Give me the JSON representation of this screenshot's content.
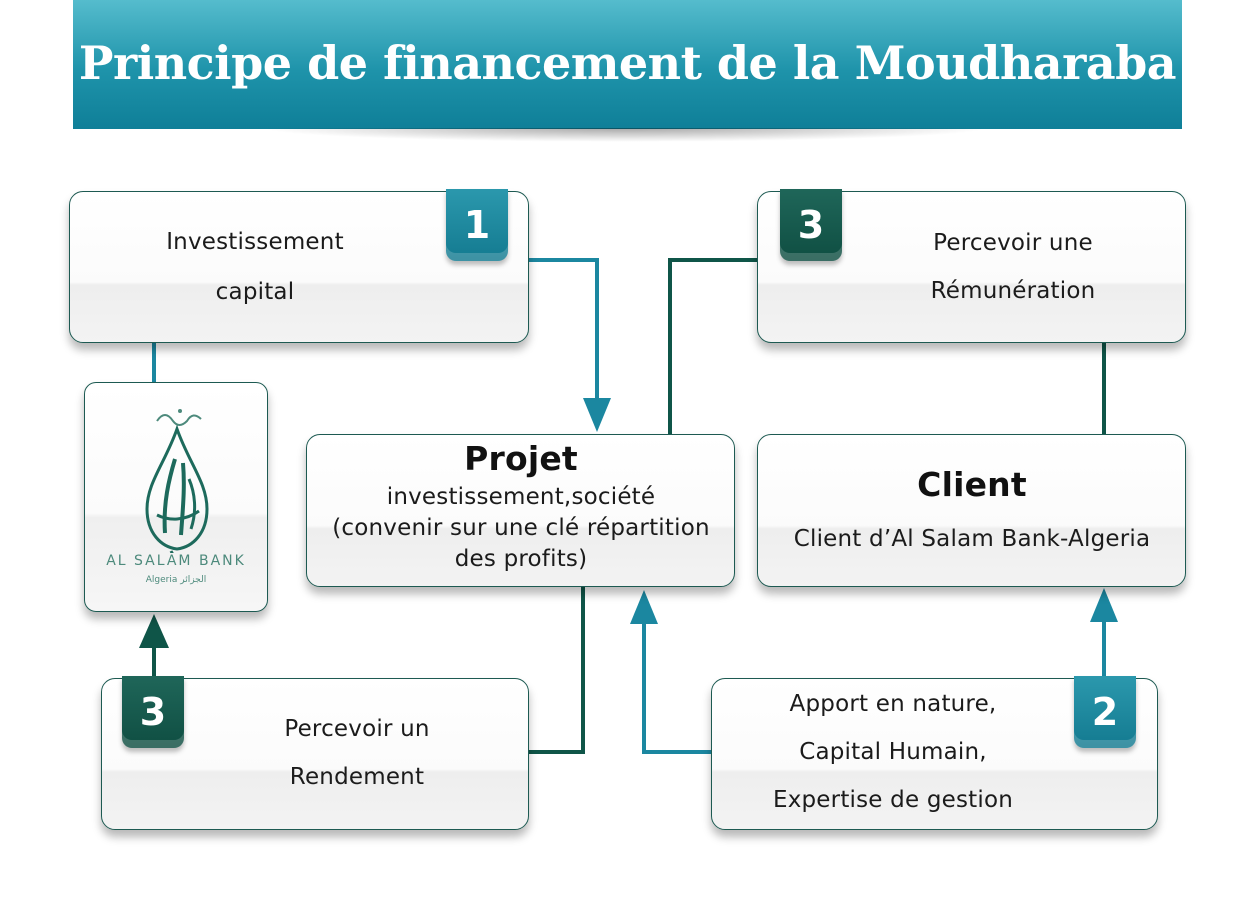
{
  "title": "Principe de financement de la Moudharaba",
  "colors": {
    "teal": "#1b87a0",
    "dark_green": "#0f5548",
    "border": "#1d5a52"
  },
  "boxes": {
    "investment": {
      "badge": "1",
      "line1": "Investissement",
      "line2": "capital"
    },
    "remuneration": {
      "badge": "3",
      "line1": "Percevoir une",
      "line2": "Rémunération"
    },
    "project": {
      "title": "Projet",
      "line1": "investissement,société",
      "line2": "(convenir sur une clé répartition",
      "line3": "des profits)"
    },
    "client": {
      "title": "Client",
      "line1": "Client d’Al Salam Bank-Algeria"
    },
    "yield": {
      "badge": "3",
      "line1": "Percevoir un",
      "line2": "Rendement"
    },
    "contribution": {
      "badge": "2",
      "line1": "Apport en nature,",
      "line2": "Capital Humain,",
      "line3": "Expertise de gestion"
    }
  },
  "logo": {
    "icon": "al-salam-bank-drop-logo",
    "name": "AL SALAM BANK",
    "sub": "Algeria الجزائر"
  }
}
